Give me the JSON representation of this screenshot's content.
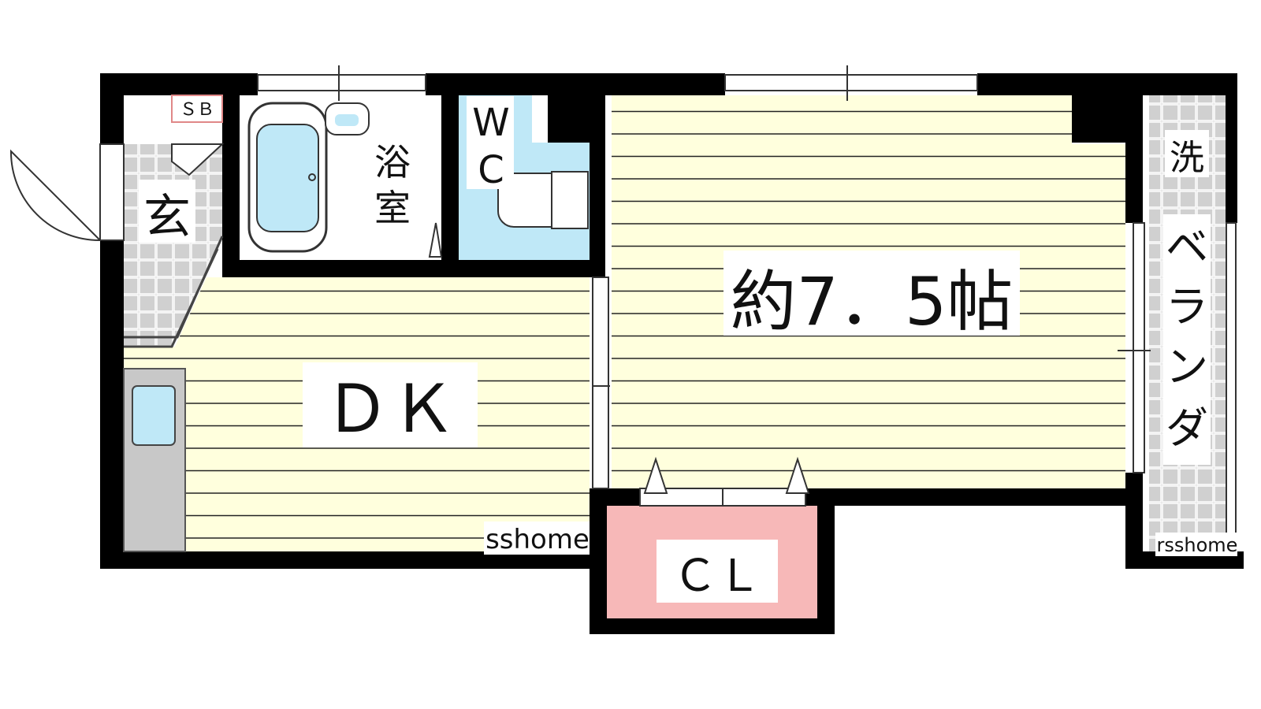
{
  "rooms": {
    "sb": "ＳＢ",
    "genkan": "玄",
    "yokushitsu_1": "浴",
    "yokushitsu_2": "室",
    "wc_1": "W",
    "wc_2": "C",
    "main": "約7．5帖",
    "dk": "ＤＫ",
    "cl": "ＣＬ",
    "sentaku": "洗",
    "veranda": [
      "ベ",
      "ラ",
      "ン",
      "ダ"
    ]
  },
  "watermarks": [
    "sshome",
    "rsshome"
  ],
  "colors": {
    "wall": "#000000",
    "floor_wood": "#ffffdd",
    "floor_line": "#222222",
    "water": "#bfe8f7",
    "closet": "#f7b8b8",
    "tile": "#d0d0d0",
    "kitchen": "#c8c8c8"
  }
}
